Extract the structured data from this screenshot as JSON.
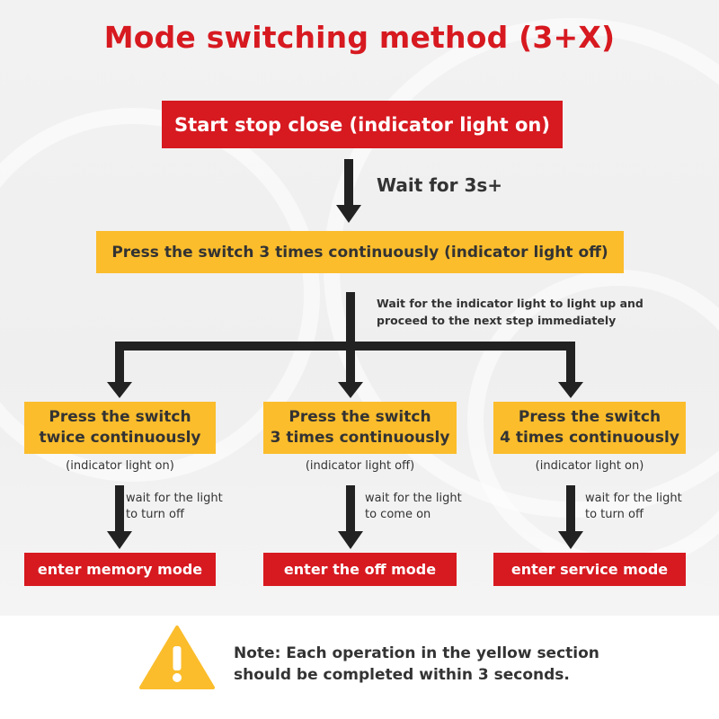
{
  "title": "Mode switching method (3+X)",
  "start": "Start stop close (indicator light on)",
  "wait_step": "Wait for 3s+",
  "press_main": "Press the switch 3 times continuously (indicator light off)",
  "wait_indicator": [
    "Wait for the indicator light to light up and",
    "proceed to the next step immediately"
  ],
  "branches": [
    {
      "press": [
        "Press the switch",
        "twice continuously"
      ],
      "indicator": "(indicator light on)",
      "wait": [
        "wait for the light",
        "to turn off"
      ],
      "result": "enter memory mode"
    },
    {
      "press": [
        "Press the switch",
        "3 times continuously"
      ],
      "indicator": "(indicator light off)",
      "wait": [
        "wait for the light",
        "to come on"
      ],
      "result": "enter the off mode"
    },
    {
      "press": [
        "Press the switch",
        "4 times continuously"
      ],
      "indicator": "(indicator light on)",
      "wait": [
        "wait for the light",
        "to turn off"
      ],
      "result": "enter service mode"
    }
  ],
  "note": [
    "Note: Each operation in the yellow section",
    "should be completed within 3 seconds."
  ],
  "colors": {
    "red": "#d71920",
    "yellow": "#fbbd2c",
    "arrow": "#222222",
    "text": "#333333"
  },
  "icons": {
    "warning": "warning-triangle-icon"
  }
}
